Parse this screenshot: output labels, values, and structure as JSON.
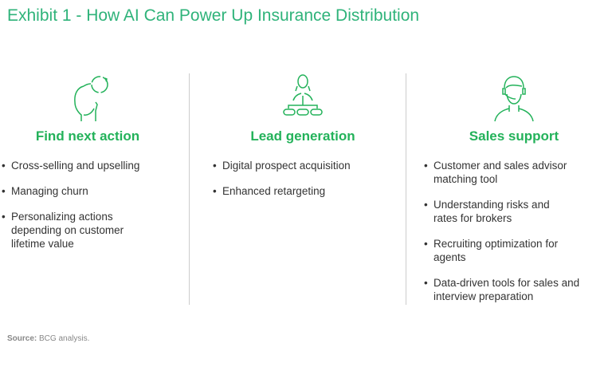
{
  "title": "Exhibit 1 - How AI Can Power Up Insurance Distribution",
  "columns": [
    {
      "icon": "person-cycle-icon",
      "heading": "Find next action",
      "items": [
        "Cross-selling and upselling",
        "Managing churn",
        "Personalizing actions depending on customer lifetime value"
      ]
    },
    {
      "icon": "person-hierarchy-icon",
      "heading": "Lead generation",
      "items": [
        "Digital prospect acquisition",
        "Enhanced retargeting"
      ]
    },
    {
      "icon": "headset-agent-icon",
      "heading": "Sales support",
      "items": [
        "Customer and sales advisor matching tool",
        "Understanding risks and rates for brokers",
        "Recruiting optimization for agents",
        "Data-driven tools for sales and interview preparation"
      ]
    }
  ],
  "source": {
    "label": "Source:",
    "text": "BCG analysis."
  },
  "colors": {
    "title": "#2fb37a",
    "accent": "#23b25a"
  }
}
